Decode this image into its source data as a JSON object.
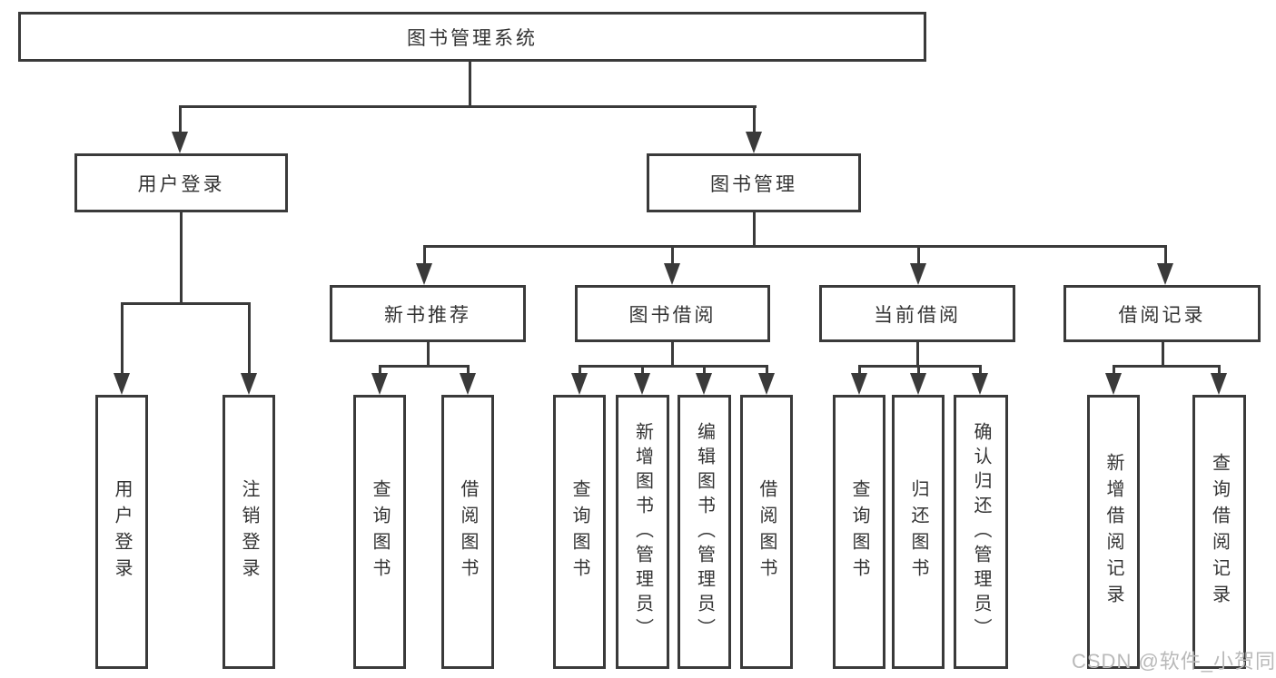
{
  "tree": {
    "root": {
      "label": "图书管理系统"
    },
    "branches": [
      {
        "label": "用户登录",
        "children": [
          {
            "label": "用户登录"
          },
          {
            "label": "注销登录"
          }
        ]
      },
      {
        "label": "图书管理",
        "children": [
          {
            "label": "新书推荐",
            "children": [
              {
                "label": "查询图书"
              },
              {
                "label": "借阅图书"
              }
            ]
          },
          {
            "label": "图书借阅",
            "children": [
              {
                "label": "查询图书"
              },
              {
                "label": "新增图书（管理员）"
              },
              {
                "label": "编辑图书（管理员）"
              },
              {
                "label": "借阅图书"
              }
            ]
          },
          {
            "label": "当前借阅",
            "children": [
              {
                "label": "查询图书"
              },
              {
                "label": "归还图书"
              },
              {
                "label": "确认归还（管理员）"
              }
            ]
          },
          {
            "label": "借阅记录",
            "children": [
              {
                "label": "新增借阅记录"
              },
              {
                "label": "查询借阅记录"
              }
            ]
          }
        ]
      }
    ]
  },
  "watermark": {
    "text": "CSDN @软件_小贺同学"
  },
  "colors": {
    "line": "#3a3a3a",
    "text": "#333333",
    "box_background": "#ffffff",
    "watermark": "#b9b9b9"
  }
}
